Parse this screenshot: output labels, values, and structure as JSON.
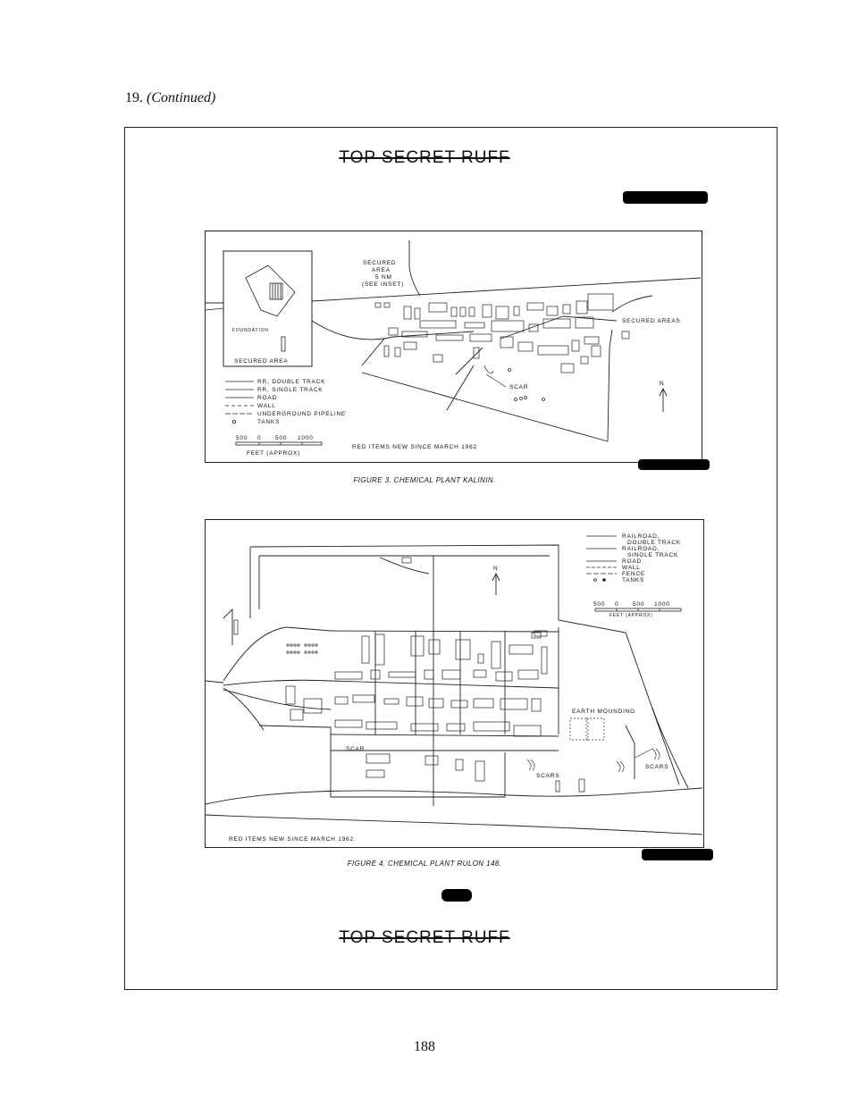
{
  "section": {
    "number": "19.",
    "continued": "(Continued)"
  },
  "classification": {
    "top": "TOP SECRET RUFF",
    "bottom": "TOP SECRET RUFF"
  },
  "figure3": {
    "caption": "FIGURE 3.  CHEMICAL PLANT KALININ.",
    "labels": {
      "secured_area_callout": [
        "SECURED",
        "AREA",
        "5 NM",
        "(SEE INSET)"
      ],
      "secured_areas": "SECURED AREAS",
      "scar": "SCAR",
      "foundation": "FOUNDATION",
      "inset_secured_area": "SECURED AREA",
      "red_items": "RED ITEMS NEW SINCE MARCH 1962"
    },
    "legend": [
      "RR, DOUBLE TRACK",
      "RR, SINGLE TRACK",
      "ROAD",
      "WALL",
      "UNDERGROUND PIPELINE",
      "TANKS"
    ],
    "scale": {
      "ticks": [
        "500",
        "0",
        "500",
        "1000"
      ],
      "unit": "FEET (APPROX)"
    },
    "north": "N"
  },
  "figure4": {
    "caption": "FIGURE 4.  CHEMICAL PLANT RULON 148.",
    "legend": [
      "RAILROAD,",
      "DOUBLE TRACK",
      "RAILROAD,",
      "SINGLE TRACK",
      "ROAD",
      "WALL",
      "FENCE",
      "TANKS"
    ],
    "scale": {
      "ticks": [
        "500",
        "0",
        "500",
        "1000"
      ],
      "unit": "FEET (APPROX)"
    },
    "labels": {
      "earth_mounding": "EARTH MOUNDING",
      "scar": "SCAR",
      "scars_1": "SCARS",
      "scars_2": "SCARS",
      "red_items": "RED ITEMS NEW SINCE MARCH 1962"
    },
    "north": "N"
  },
  "page_number": "188"
}
